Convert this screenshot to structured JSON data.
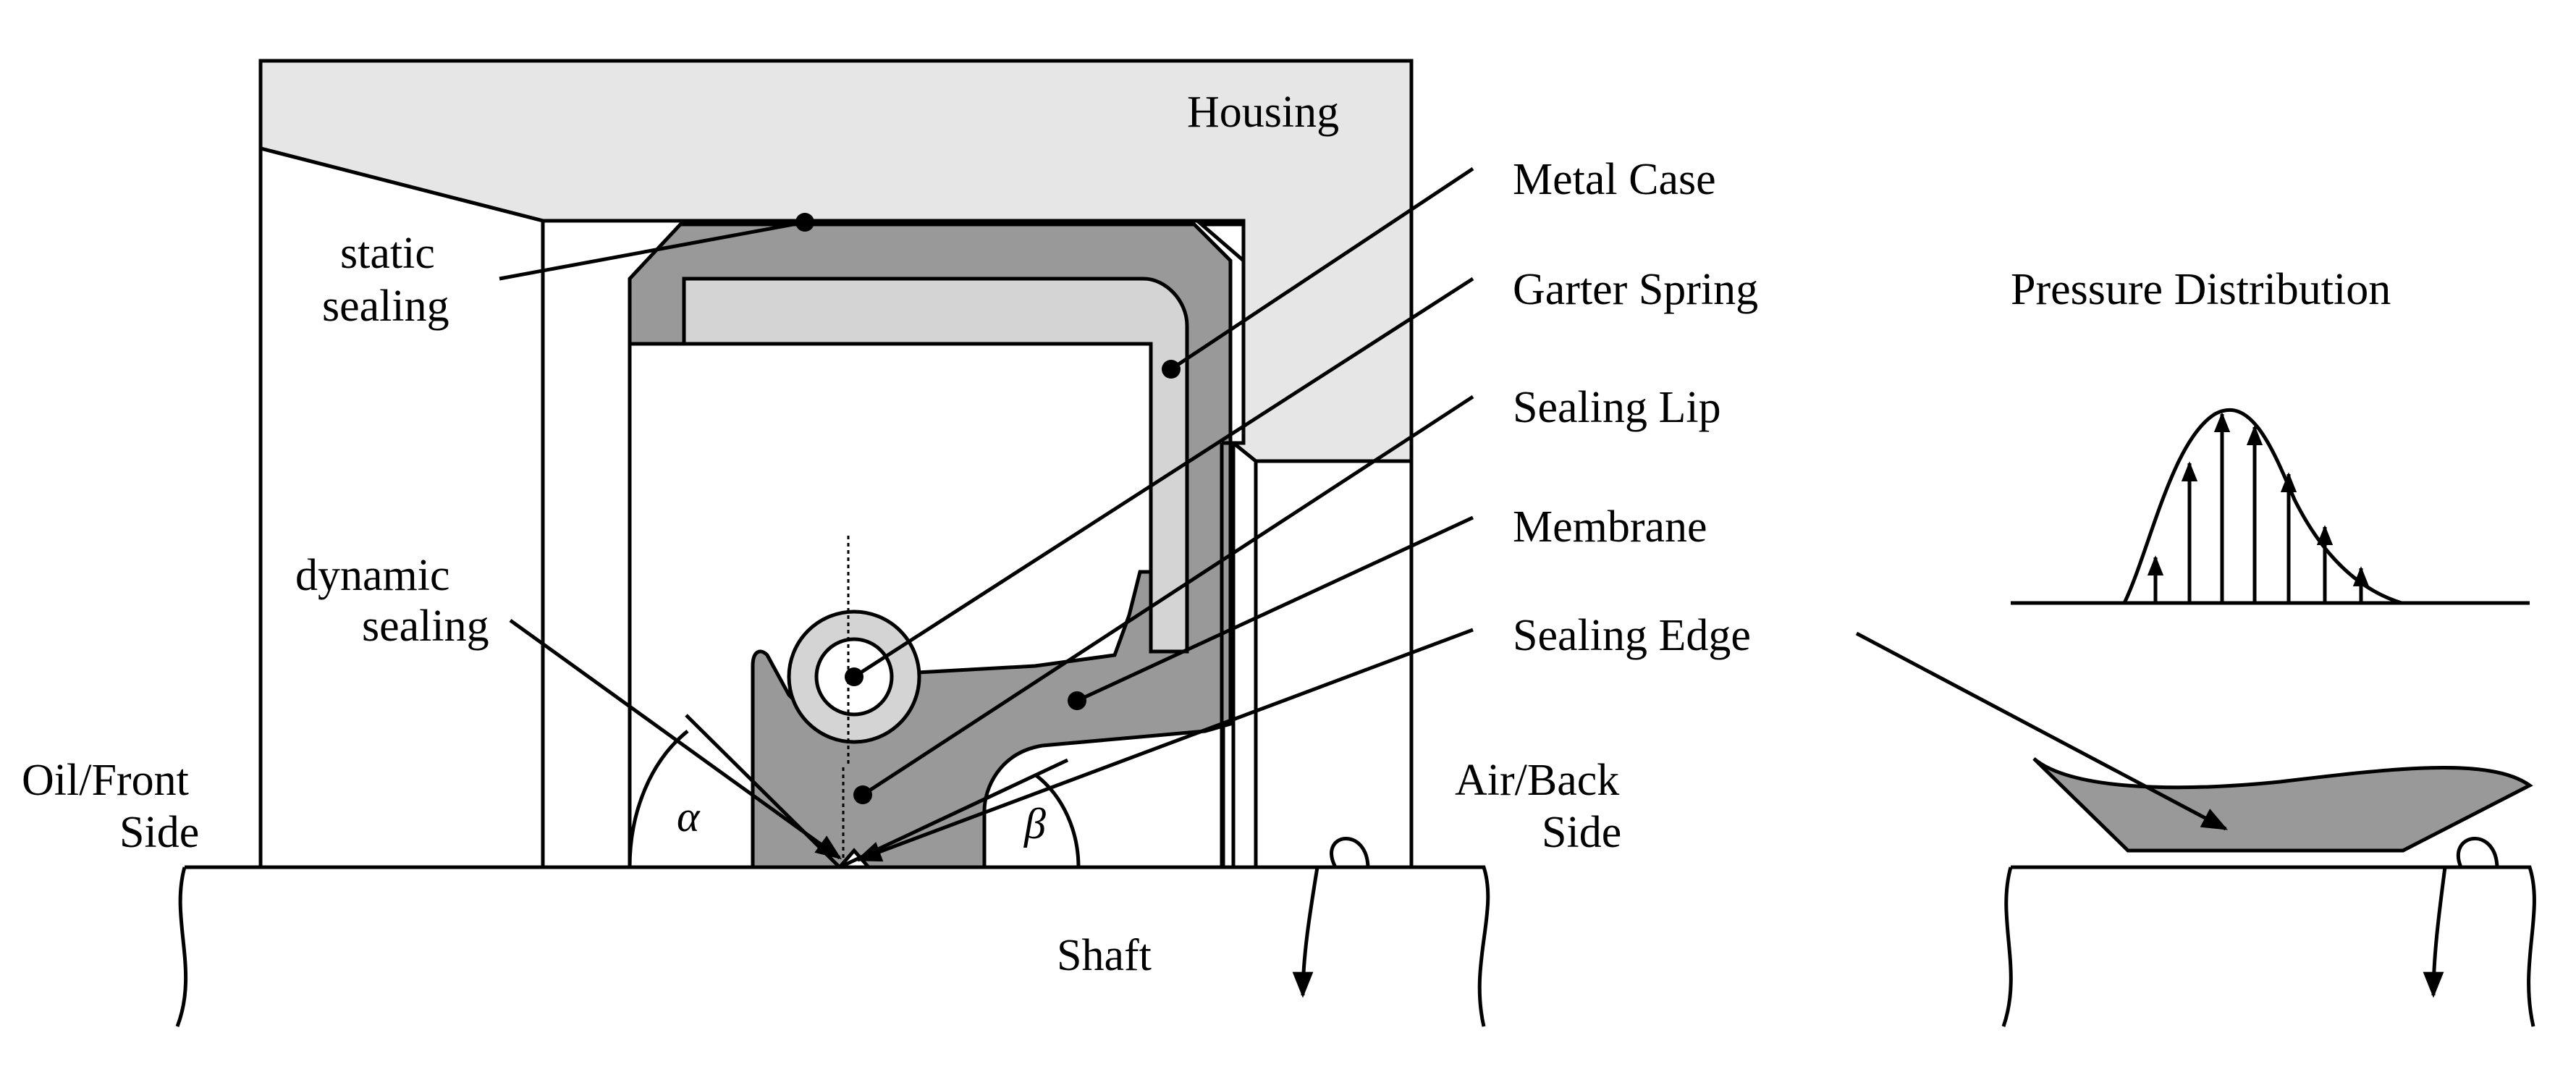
{
  "labels": {
    "housing": "Housing",
    "metal_case": "Metal Case",
    "garter_spring": "Garter Spring",
    "sealing_lip": "Sealing Lip",
    "membrane": "Membrane",
    "sealing_edge": "Sealing Edge",
    "static_sealing_1": "static",
    "static_sealing_2": "sealing",
    "dynamic_sealing_1": "dynamic",
    "dynamic_sealing_2": "sealing",
    "oil_front_1": "Oil/Front",
    "oil_front_2": "Side",
    "air_back_1": "Air/Back",
    "air_back_2": "Side",
    "shaft": "Shaft",
    "alpha": "α",
    "beta": "β",
    "pressure_distribution": "Pressure Distribution"
  },
  "colors": {
    "housing_fill": "#e6e6e6",
    "metal_case_fill": "#d4d4d4",
    "elastomer_fill": "#999999",
    "spring_fill": "#d4d4d4",
    "outline": "#000000",
    "background": "#ffffff"
  }
}
